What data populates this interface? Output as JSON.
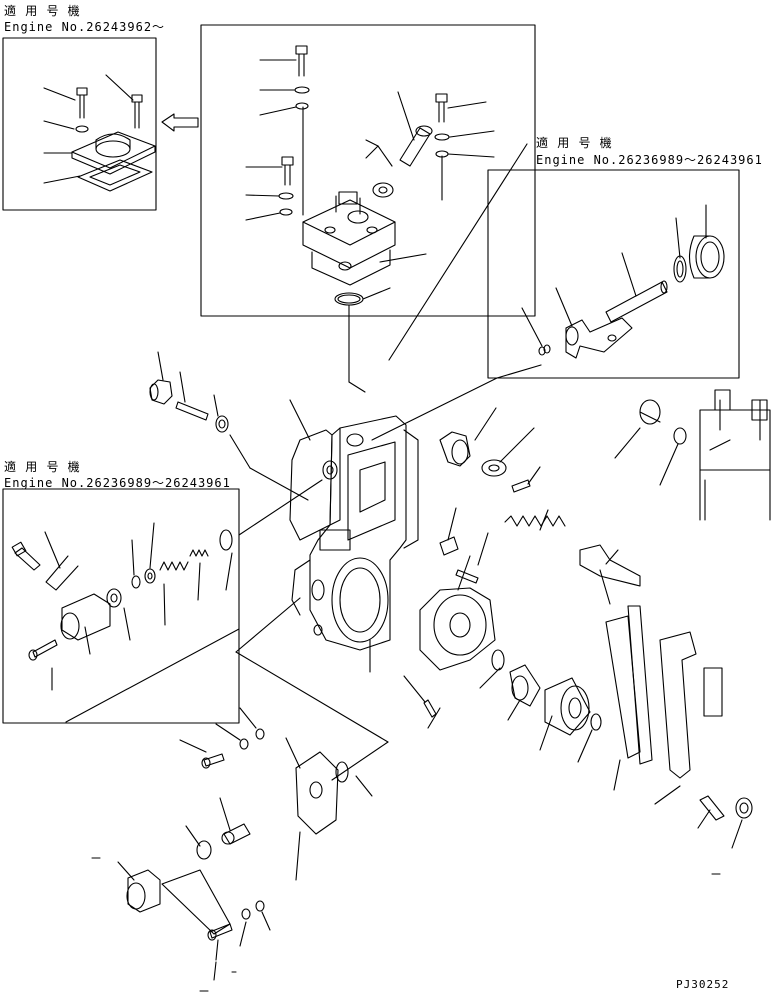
{
  "applicability": [
    {
      "title": "適 用 号 機",
      "engine": "Engine No.26243962〜"
    },
    {
      "title": "適 用 号 機",
      "engine": "Engine No.26236989〜26243961"
    },
    {
      "title": "適 用 号 機",
      "engine": "Engine No.26236989〜26243961"
    }
  ],
  "drawing_code": "PJ30252"
}
